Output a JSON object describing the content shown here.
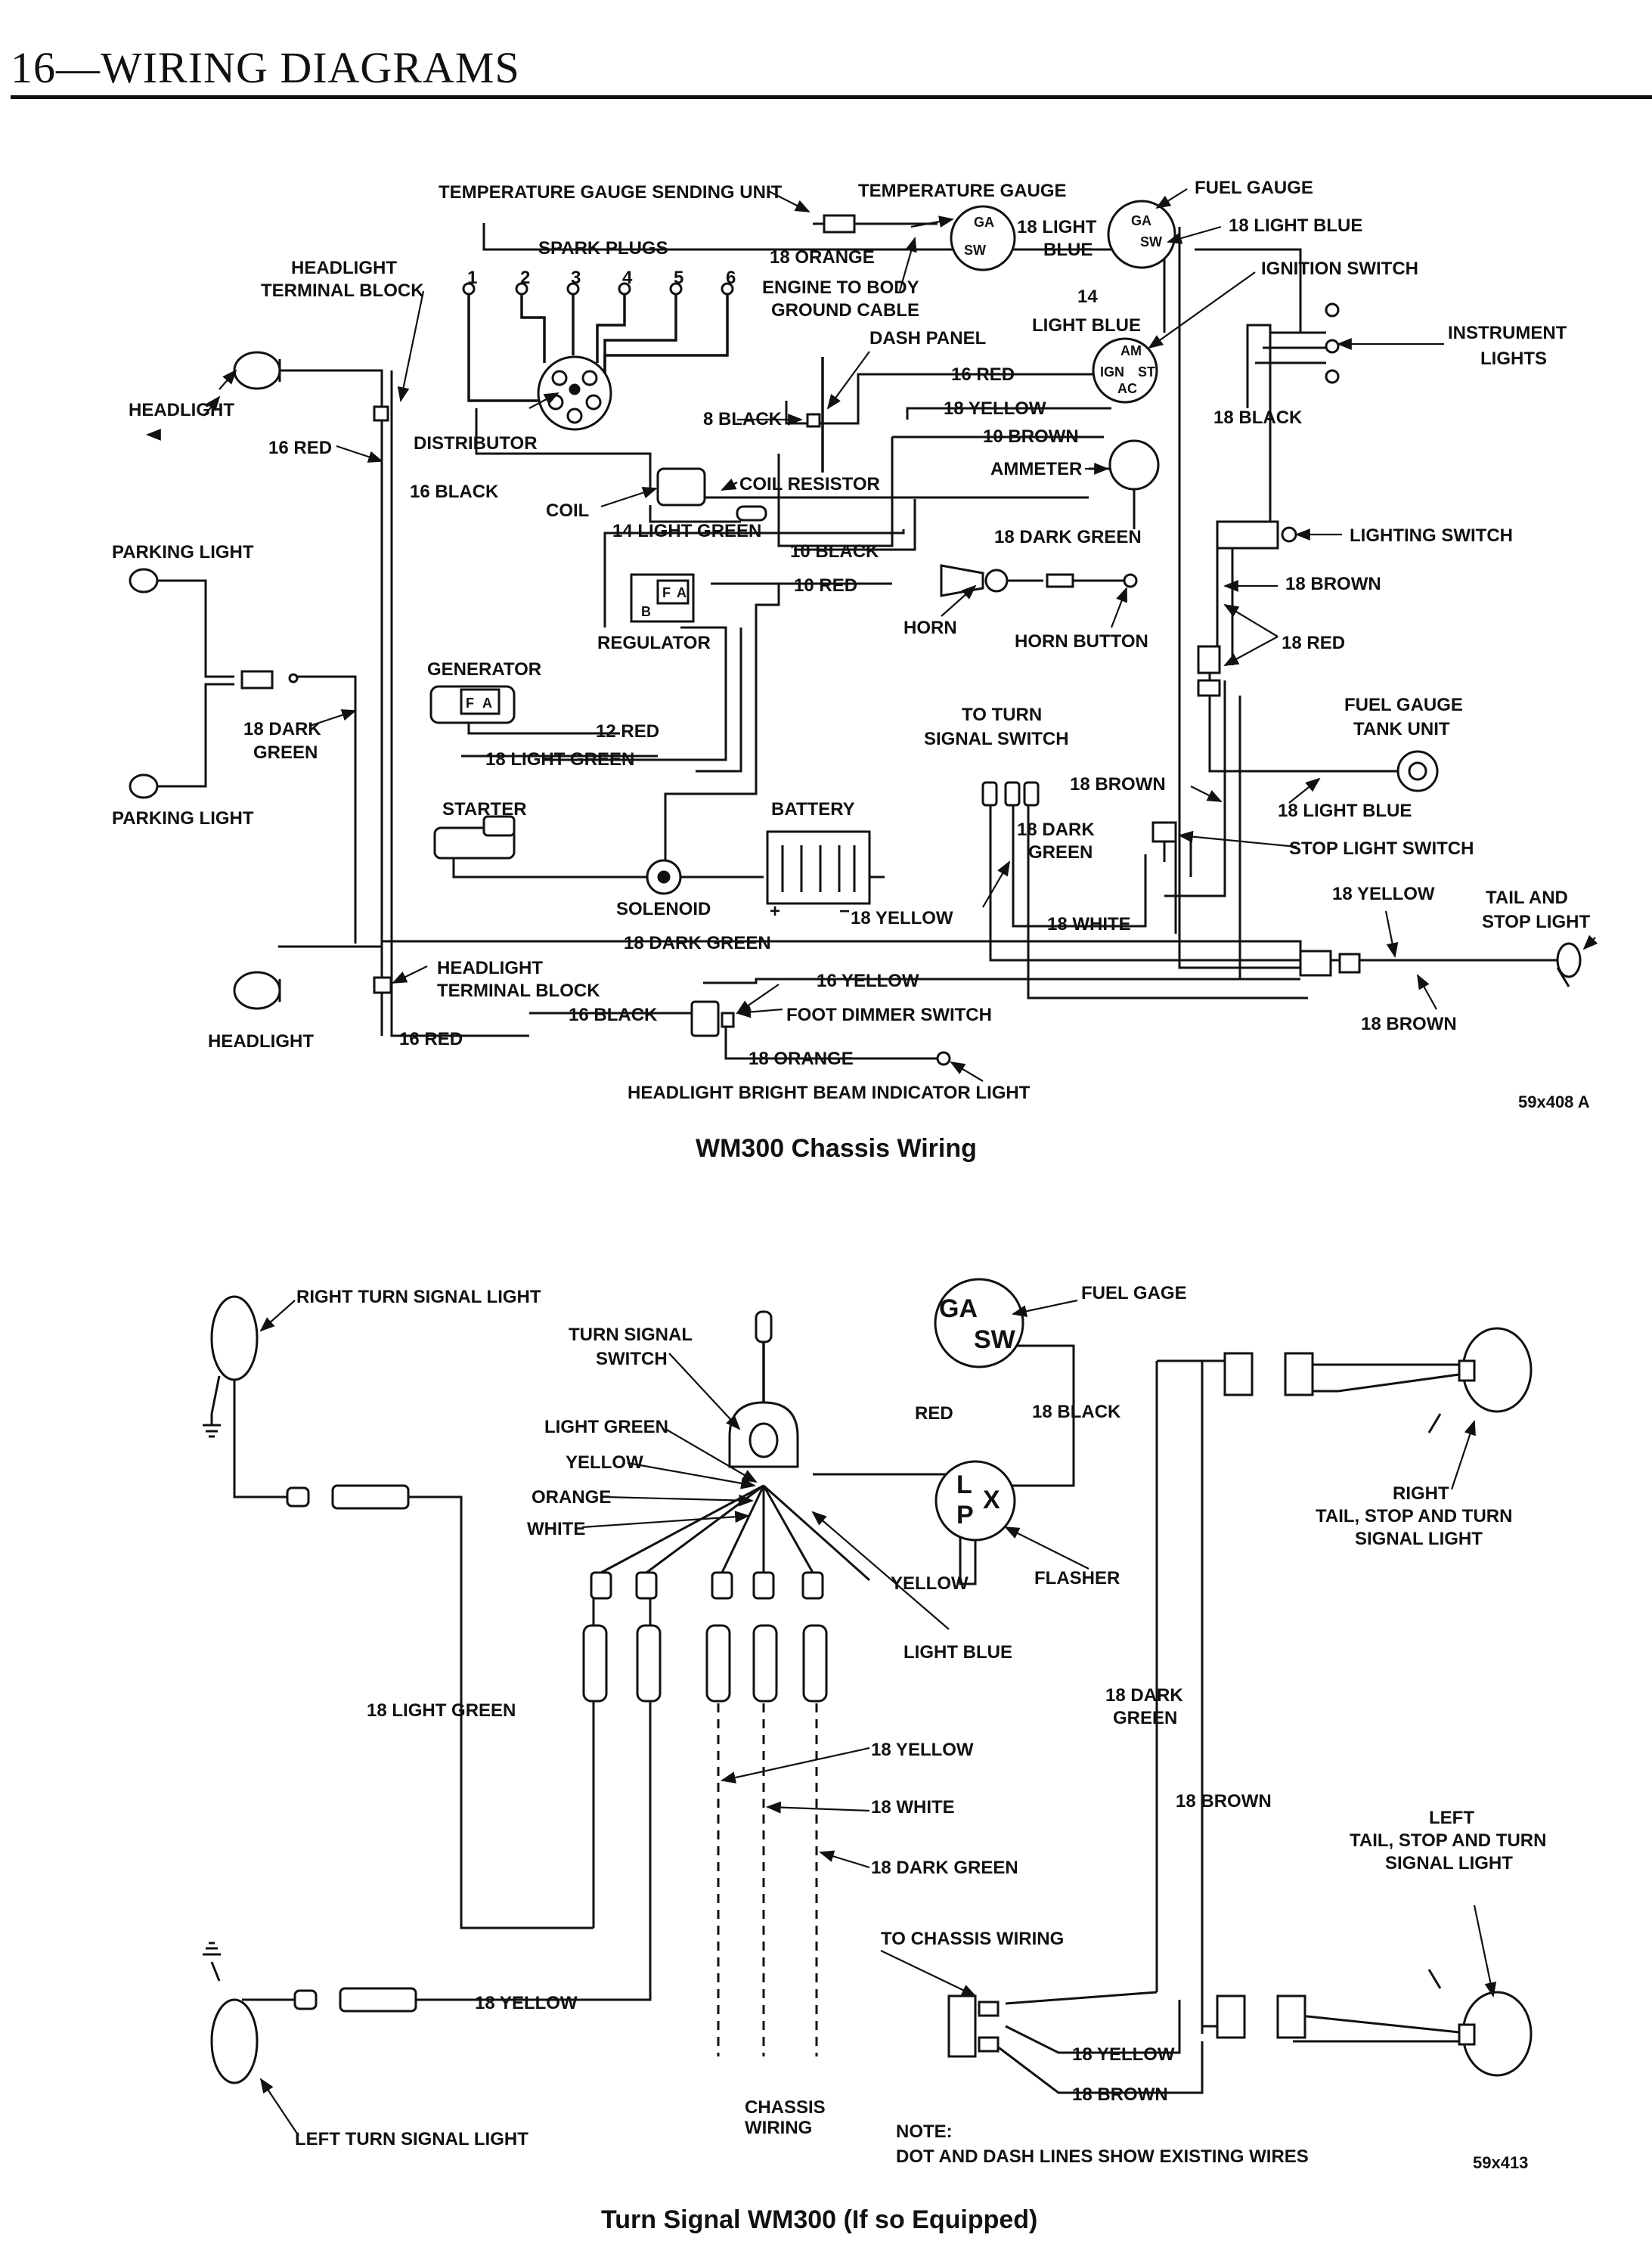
{
  "header": {
    "page_number": "16",
    "separator": "—",
    "title": "WIRING DIAGRAMS"
  },
  "diagram1": {
    "caption": "WM300 Chassis Wiring",
    "code": "59x408 A",
    "labels": {
      "temp_sending_unit": "TEMPERATURE GAUGE SENDING UNIT",
      "temp_gauge": "TEMPERATURE GAUGE",
      "fuel_gauge": "FUEL GAUGE",
      "eighteen_light_blue_a": "18 LIGHT BLUE",
      "eighteen_light_a": "18 LIGHT",
      "blue_a": "BLUE",
      "ignition_switch": "IGNITION SWITCH",
      "spark_plugs": "SPARK PLUGS",
      "headlight_terminal_block_top_1": "HEADLIGHT",
      "headlight_terminal_block_top_2": "TERMINAL BLOCK",
      "eighteen_orange_top": "18 ORANGE",
      "engine_ground_1": "ENGINE TO BODY",
      "engine_ground_2": "GROUND CABLE",
      "dash_panel": "DASH PANEL",
      "fourteen": "14",
      "light_blue_b": "LIGHT BLUE",
      "instrument_lights_1": "INSTRUMENT",
      "instrument_lights_2": "LIGHTS",
      "headlight_top": "HEADLIGHT",
      "distributor": "DISTRIBUTOR",
      "eight_black": "8 BLACK",
      "sixteen_red_a": "16 RED",
      "eighteen_yellow_a": "18 YELLOW",
      "ten_brown": "10 BROWN",
      "eighteen_black_a": "18 BLACK",
      "sixteen_red_b": "16 RED",
      "sixteen_black_a": "16 BLACK",
      "coil_resistor": "COIL RESISTOR",
      "ammeter": "AMMETER",
      "coil": "COIL",
      "fourteen_light_green": "14 LIGHT GREEN",
      "lighting_switch": "LIGHTING SWITCH",
      "ten_black": "10 BLACK",
      "eighteen_dark_green_a": "18 DARK GREEN",
      "parking_light_top": "PARKING LIGHT",
      "ten_red": "10 RED",
      "eighteen_brown_a": "18 BROWN",
      "regulator": "REGULATOR",
      "horn": "HORN",
      "horn_button": "HORN BUTTON",
      "eighteen_red": "18 RED",
      "generator": "GENERATOR",
      "fuel_tank_unit_1": "FUEL GAUGE",
      "fuel_tank_unit_2": "TANK UNIT",
      "eighteen_dark_b": "18 DARK",
      "green_b": "GREEN",
      "to_turn_1": "TO TURN",
      "to_turn_2": "SIGNAL SWITCH",
      "twelve_red": "12 RED",
      "eighteen_light_green_a": "18 LIGHT GREEN",
      "eighteen_brown_b": "18 BROWN",
      "eighteen_dark_c": "18 DARK",
      "green_c": "GREEN",
      "eighteen_light_blue_b": "18 LIGHT BLUE",
      "parking_light_bottom": "PARKING LIGHT",
      "starter": "STARTER",
      "battery": "BATTERY",
      "stop_light_switch": "STOP LIGHT SWITCH",
      "eighteen_yellow_b": "18 YELLOW",
      "tail_stop_1": "TAIL AND",
      "tail_stop_2": "STOP LIGHT",
      "solenoid": "SOLENOID",
      "plus": "+",
      "minus": "−",
      "eighteen_yellow_c": "18 YELLOW",
      "eighteen_white_a": "18 WHITE",
      "eighteen_dark_green_d": "18 DARK GREEN",
      "headlight_terminal_block_bot_1": "HEADLIGHT",
      "headlight_terminal_block_bot_2": "TERMINAL BLOCK",
      "sixteen_yellow": "16 YELLOW",
      "headlight_bottom": "HEADLIGHT",
      "sixteen_black_b": "16 BLACK",
      "foot_dimmer": "FOOT DIMMER SWITCH",
      "eighteen_brown_c": "18 BROWN",
      "sixteen_red_c": "16 RED",
      "eighteen_orange_b": "18 ORANGE",
      "bright_beam": "HEADLIGHT BRIGHT BEAM INDICATOR LIGHT"
    },
    "plug_numbers": [
      "1",
      "2",
      "3",
      "4",
      "5",
      "6"
    ],
    "gauge_letters": {
      "ga": "GA",
      "sw": "SW",
      "am": "AM",
      "ign": "IGN",
      "st": "ST",
      "ac": "AC",
      "f": "F",
      "a": "A",
      "b": "B"
    }
  },
  "diagram2": {
    "caption": "Turn Signal WM300 (If so Equipped)",
    "code": "59x413",
    "labels": {
      "right_turn": "RIGHT TURN SIGNAL LIGHT",
      "fuel_gage": "FUEL GAGE",
      "ts_switch_1": "TURN SIGNAL",
      "ts_switch_2": "SWITCH",
      "red": "RED",
      "eighteen_black": "18 BLACK",
      "light_green": "LIGHT GREEN",
      "yellow": "YELLOW",
      "orange": "ORANGE",
      "white": "WHITE",
      "right_tail_1": "RIGHT",
      "right_tail_2": "TAIL, STOP AND TURN",
      "right_tail_3": "SIGNAL LIGHT",
      "yellow_b": "YELLOW",
      "flasher": "FLASHER",
      "light_blue": "LIGHT BLUE",
      "eighteen_dark": "18 DARK",
      "green": "GREEN",
      "eighteen_light_green": "18 LIGHT GREEN",
      "eighteen_yellow_a": "18 YELLOW",
      "eighteen_brown_a": "18 BROWN",
      "left_tail_1": "LEFT",
      "left_tail_2": "TAIL, STOP AND TURN",
      "left_tail_3": "SIGNAL LIGHT",
      "eighteen_white": "18 WHITE",
      "eighteen_dark_green": "18 DARK GREEN",
      "to_chassis": "TO CHASSIS WIRING",
      "eighteen_yellow_b": "18 YELLOW",
      "eighteen_yellow_c": "18 YELLOW",
      "eighteen_brown_b": "18 BROWN",
      "chassis_wiring_1": "CHASSIS",
      "chassis_wiring_2": "WIRING",
      "left_turn": "LEFT TURN SIGNAL LIGHT",
      "note_1": "NOTE:",
      "note_2": "DOT AND DASH LINES SHOW EXISTING WIRES"
    },
    "flasher_letters": {
      "l": "L",
      "p": "P",
      "x": "X",
      "ga": "GA",
      "sw": "SW"
    }
  }
}
